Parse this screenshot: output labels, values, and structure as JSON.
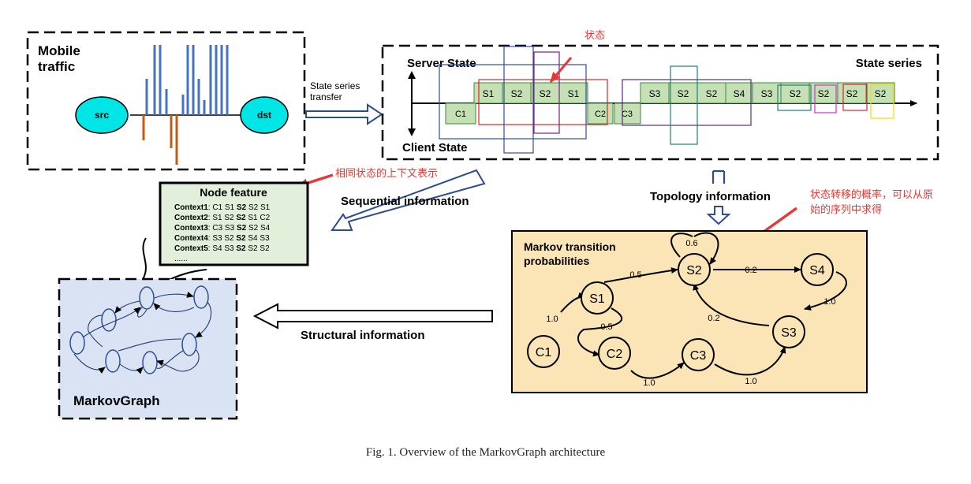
{
  "caption": "Fig. 1.  Overview of the MarkovGraph architecture",
  "traffic_panel": {
    "title_line1": "Mobile",
    "title_line2": "traffic",
    "src_label": "src",
    "dst_label": "dst"
  },
  "transfer_label_line1": "State series",
  "transfer_label_line2": "transfer",
  "state_panel": {
    "server_label": "Server State",
    "client_label": "Client State",
    "series_label": "State series",
    "annotation": "状态",
    "cells": [
      "C1",
      "S1",
      "S2",
      "S2",
      "S1",
      "C2",
      "C3",
      "S3",
      "S2",
      "S2",
      "S4",
      "S3",
      "S2",
      "S2",
      "S2",
      "S2"
    ]
  },
  "context_annotation": "相同状态的上下文表示",
  "node_feature": {
    "title": "Node feature",
    "rows": [
      {
        "name": "Context1",
        "pre": ": C1 S1 ",
        "bold": "S2",
        "post": " S2 S1"
      },
      {
        "name": "Context2",
        "pre": ": S1 S2 ",
        "bold": "S2",
        "post": " S1 C2"
      },
      {
        "name": "Context3",
        "pre": ": C3 S3 ",
        "bold": "S2",
        "post": " S2 S4"
      },
      {
        "name": "Context4",
        "pre": ": S3 S2 ",
        "bold": "S2",
        "post": " S4 S3"
      },
      {
        "name": "Context5",
        "pre": ": S4 S3 ",
        "bold": "S2",
        "post": " S2 S2"
      }
    ],
    "ellipsis": "......"
  },
  "sequential_label": "Sequential information",
  "topology_label": "Topology information",
  "topology_annotation_line1": "状态转移的概率，可以从原",
  "topology_annotation_line2": "始的序列中求得",
  "structural_label": "Structural information",
  "markov_panel": {
    "title_line1": "Markov transition",
    "title_line2": "probabilities",
    "nodes": [
      "S2",
      "S4",
      "S1",
      "S3",
      "C1",
      "C2",
      "C3"
    ],
    "edge_labels": [
      "0.6",
      "0.5",
      "0.2",
      "1.0",
      "0.2",
      "1.0",
      "0.5",
      "1.0",
      "1.0"
    ]
  },
  "graph_panel": {
    "title": "MarkovGraph"
  },
  "colors": {
    "state_fill": "#c5e0b4",
    "state_stroke": "#3a8a3a",
    "node_feature_bg": "#e2efda",
    "markov_bg": "#fbe5b6",
    "graph_bg": "#dae3f3",
    "circle_cyan": "#00e5e5",
    "annotation_red": "#e53935",
    "arrow_blue": "#2e4d8f",
    "bar_blue": "#4472c4",
    "bar_orange": "#c55a11"
  }
}
